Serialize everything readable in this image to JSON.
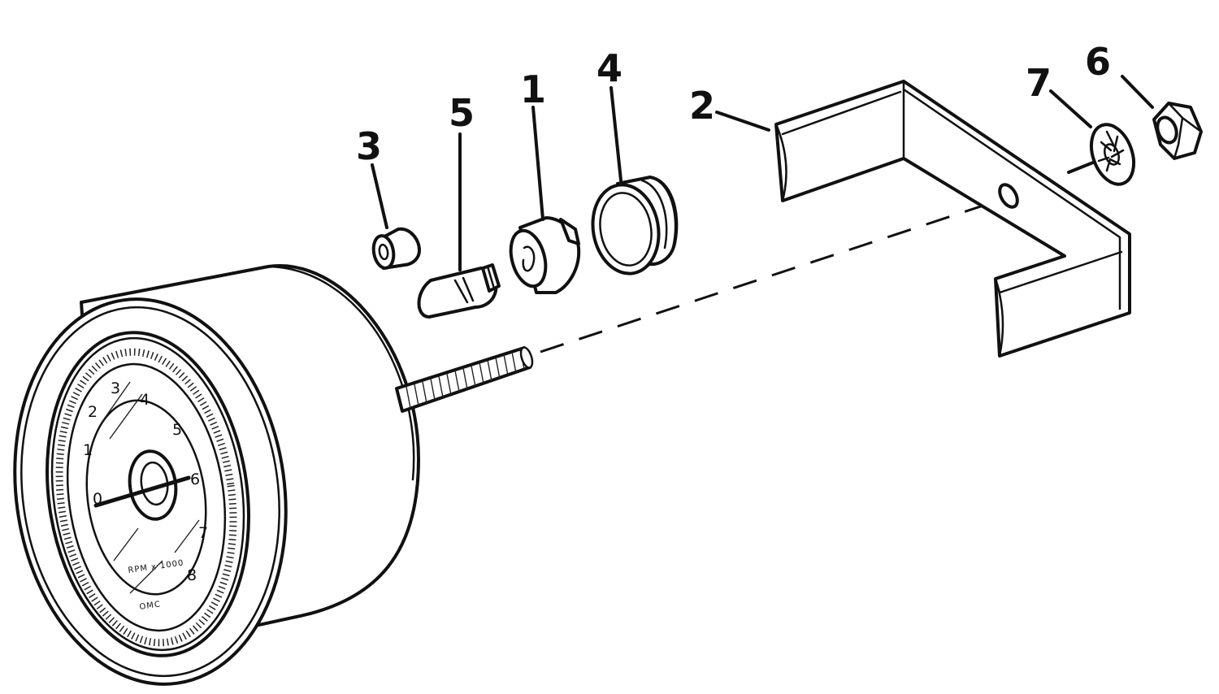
{
  "callouts": [
    {
      "id": "1",
      "label": "1"
    },
    {
      "id": "2",
      "label": "2"
    },
    {
      "id": "3",
      "label": "3"
    },
    {
      "id": "4",
      "label": "4"
    },
    {
      "id": "5",
      "label": "5"
    },
    {
      "id": "6",
      "label": "6"
    },
    {
      "id": "7",
      "label": "7"
    }
  ],
  "dial": {
    "numbers": [
      "0",
      "1",
      "2",
      "3",
      "4",
      "5",
      "6",
      "7",
      "8"
    ],
    "unit_text": "RPM x 1000",
    "brand_text": "OMC"
  },
  "colors": {
    "ink": "#111111",
    "paper": "#ffffff"
  }
}
